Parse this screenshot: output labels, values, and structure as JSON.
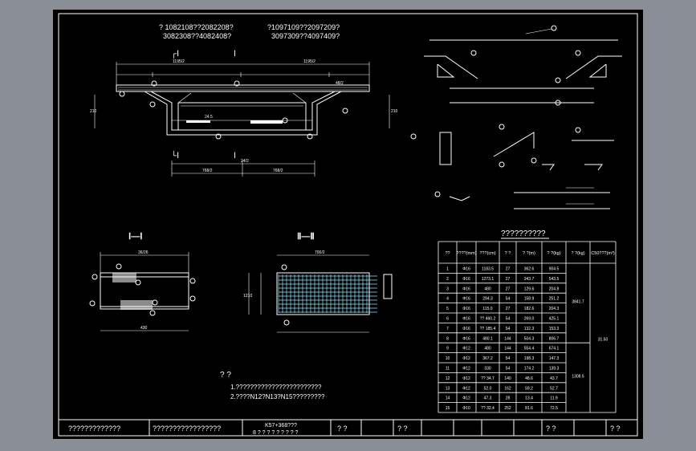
{
  "header": {
    "left_line1": "? 1082108??2082208?",
    "left_line2": "3082308??4082408?",
    "right_line1": "?1097109??2097209?",
    "right_line2": "3097309??4097409?"
  },
  "section_labels": {
    "top_left": "┌Ⅰ",
    "top_mid": "Ⅰ",
    "bottom_left": "└Ⅰ",
    "bottom_mid": "Ⅰ",
    "sec1": "Ⅰ—Ⅰ",
    "sec2": "Ⅱ—Ⅱ"
  },
  "dims": {
    "overall_top": "1195/2",
    "bottom_left": "768/2",
    "bottom_right": "768/2",
    "bottom_top": "24/2",
    "side": "210",
    "mid": "24.5",
    "note_a": "48/2",
    "sec1_top": "36/26",
    "sec1_bottom": "430",
    "sec2_top": "700/2",
    "sec2_side": "1210"
  },
  "table": {
    "title": "??????????",
    "headers": [
      "??",
      "????(mm)",
      "???(cm)",
      "? ?",
      "? ?(m)",
      "? ?(kg)",
      "? ?(kg)",
      "C50???(m³)"
    ],
    "rows": [
      [
        "1",
        "Φ16",
        "1183.5",
        "27",
        "362.6",
        "904.5"
      ],
      [
        "2",
        "Φ16",
        "1273.1",
        "27",
        "343.7",
        "543.5"
      ],
      [
        "3",
        "Φ16",
        "480",
        "27",
        "129.6",
        "204.8"
      ],
      [
        "4",
        "Φ16",
        "294.3",
        "54",
        "158.9",
        "251.2"
      ],
      [
        "5",
        "Φ16",
        "115.0",
        "27",
        "182.6",
        "204.3"
      ],
      [
        "6",
        "Φ16",
        "?? 460.2",
        "54",
        "269.0",
        "425.1"
      ],
      [
        "7",
        "Φ16",
        "?? 185.4",
        "54",
        "132.3",
        "153.3"
      ],
      [
        "8",
        "Φ16",
        "480.1",
        "144",
        "504.3",
        "806.7"
      ],
      [
        "9",
        "Φ12",
        "480",
        "144",
        "554.4",
        "674.1"
      ],
      [
        "10",
        "Φ12",
        "367.2",
        "54",
        "198.3",
        "147.3"
      ],
      [
        "11",
        "Φ12",
        "330",
        "54",
        "174.2",
        "139.3"
      ],
      [
        "12",
        "Φ12",
        "?? 34.7",
        "140",
        "48.6",
        "43.7"
      ],
      [
        "13",
        "Φ12",
        "52.0",
        "162",
        "59.2",
        "52.7"
      ],
      [
        "14",
        "Φ12",
        "47.3",
        "28",
        "13.4",
        "11.9"
      ],
      [
        "15",
        "Φ10",
        "?? 32.4",
        "252",
        "81.6",
        "72.5"
      ]
    ],
    "total_a": "3841.7",
    "total_b": "1308.5",
    "total_concrete": "31.50"
  },
  "notes": {
    "title": "? ?",
    "line1": "1.????????????????????????",
    "line2": "2.????N12?N13?N15?????????"
  },
  "title_block": {
    "cell1": "?????????????",
    "cell2": "?????????????????",
    "cell3_top": "K57+368???",
    "cell3_bottom": "8 ? ? ? ? ? ? ? ? ?",
    "cell4": "? ?",
    "cell5": "? ?",
    "cell6": "? ?",
    "cell7": "? ?"
  },
  "colors": {
    "frame_bg": "#000000",
    "outer_bg": "#8a8e96",
    "line": "#ffffff",
    "accent": "#8fe9ff"
  }
}
